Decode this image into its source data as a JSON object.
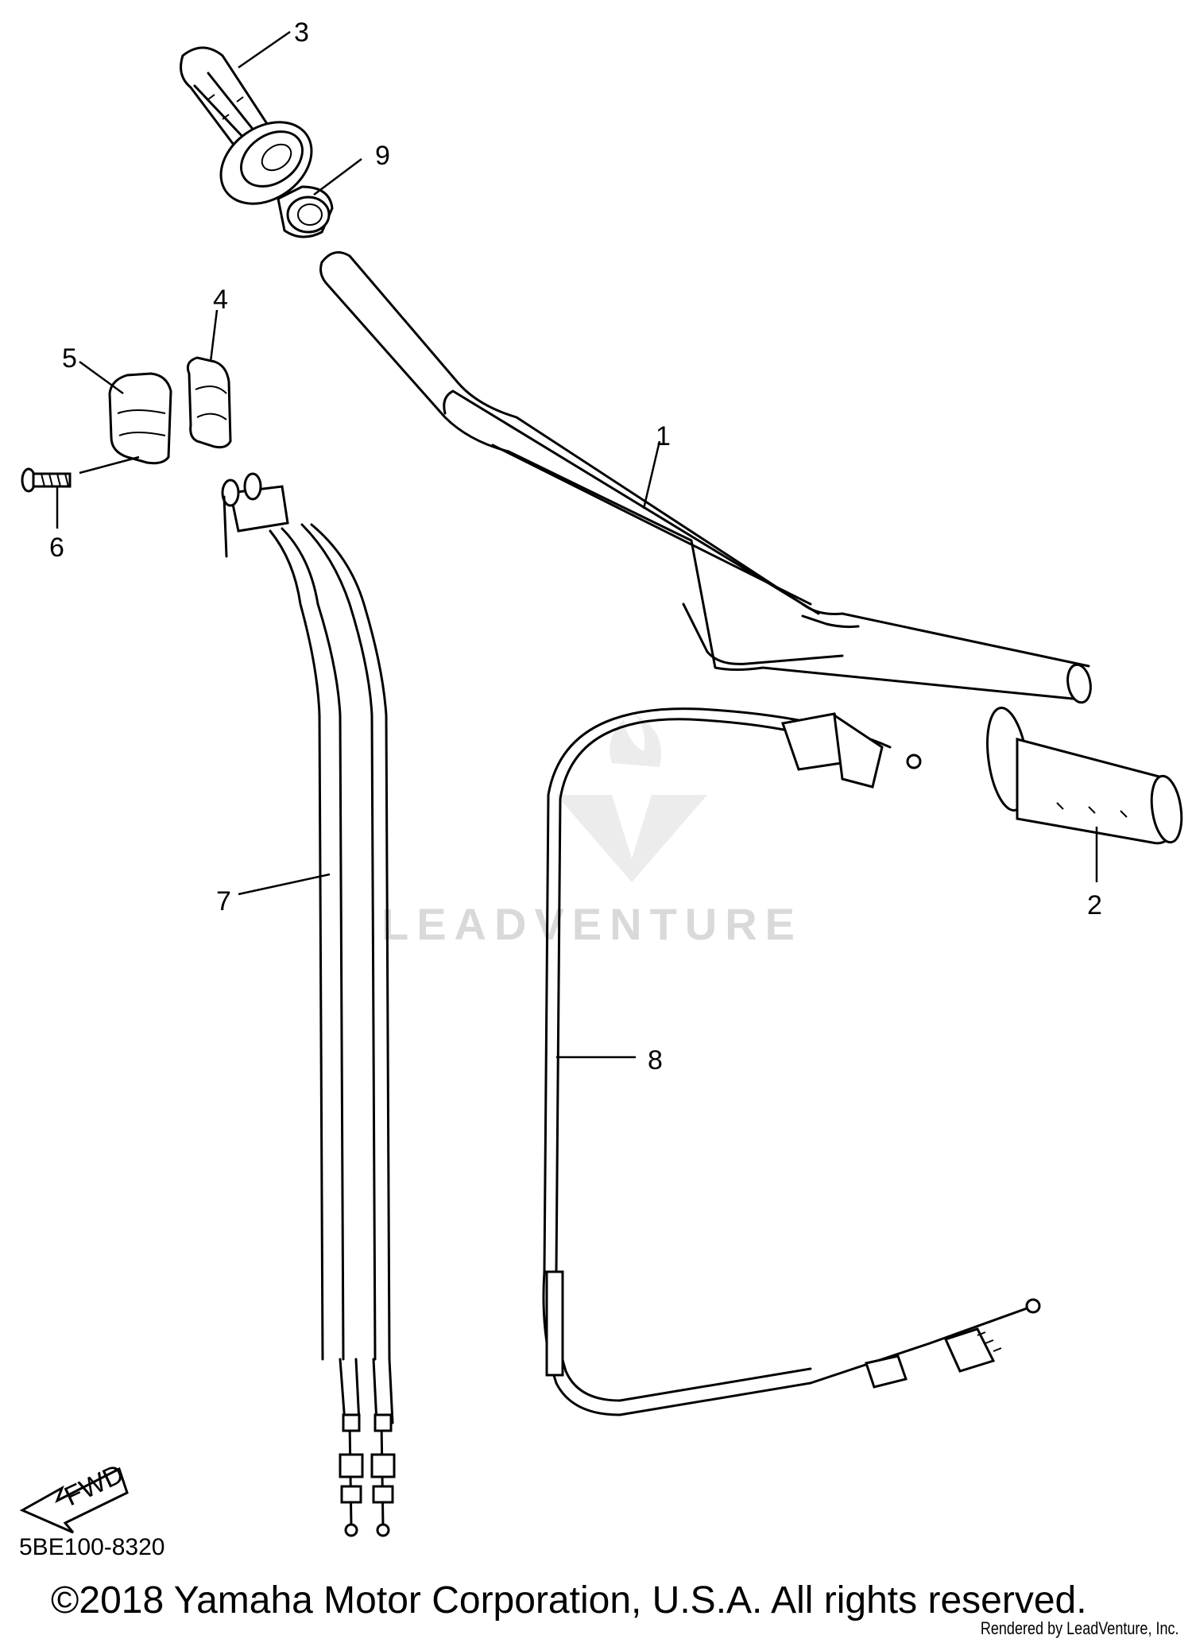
{
  "diagram": {
    "code": "5BE100-8320",
    "fwd_label": "FWD",
    "callouts": [
      "1",
      "2",
      "3",
      "4",
      "5",
      "6",
      "7",
      "8",
      "9"
    ]
  },
  "watermark": {
    "text": "LEADVENTURE"
  },
  "footer": {
    "copyright": "©2018 Yamaha Motor Corporation, U.S.A. All rights reserved.",
    "rendered_by": "Rendered by LeadVenture, Inc."
  }
}
